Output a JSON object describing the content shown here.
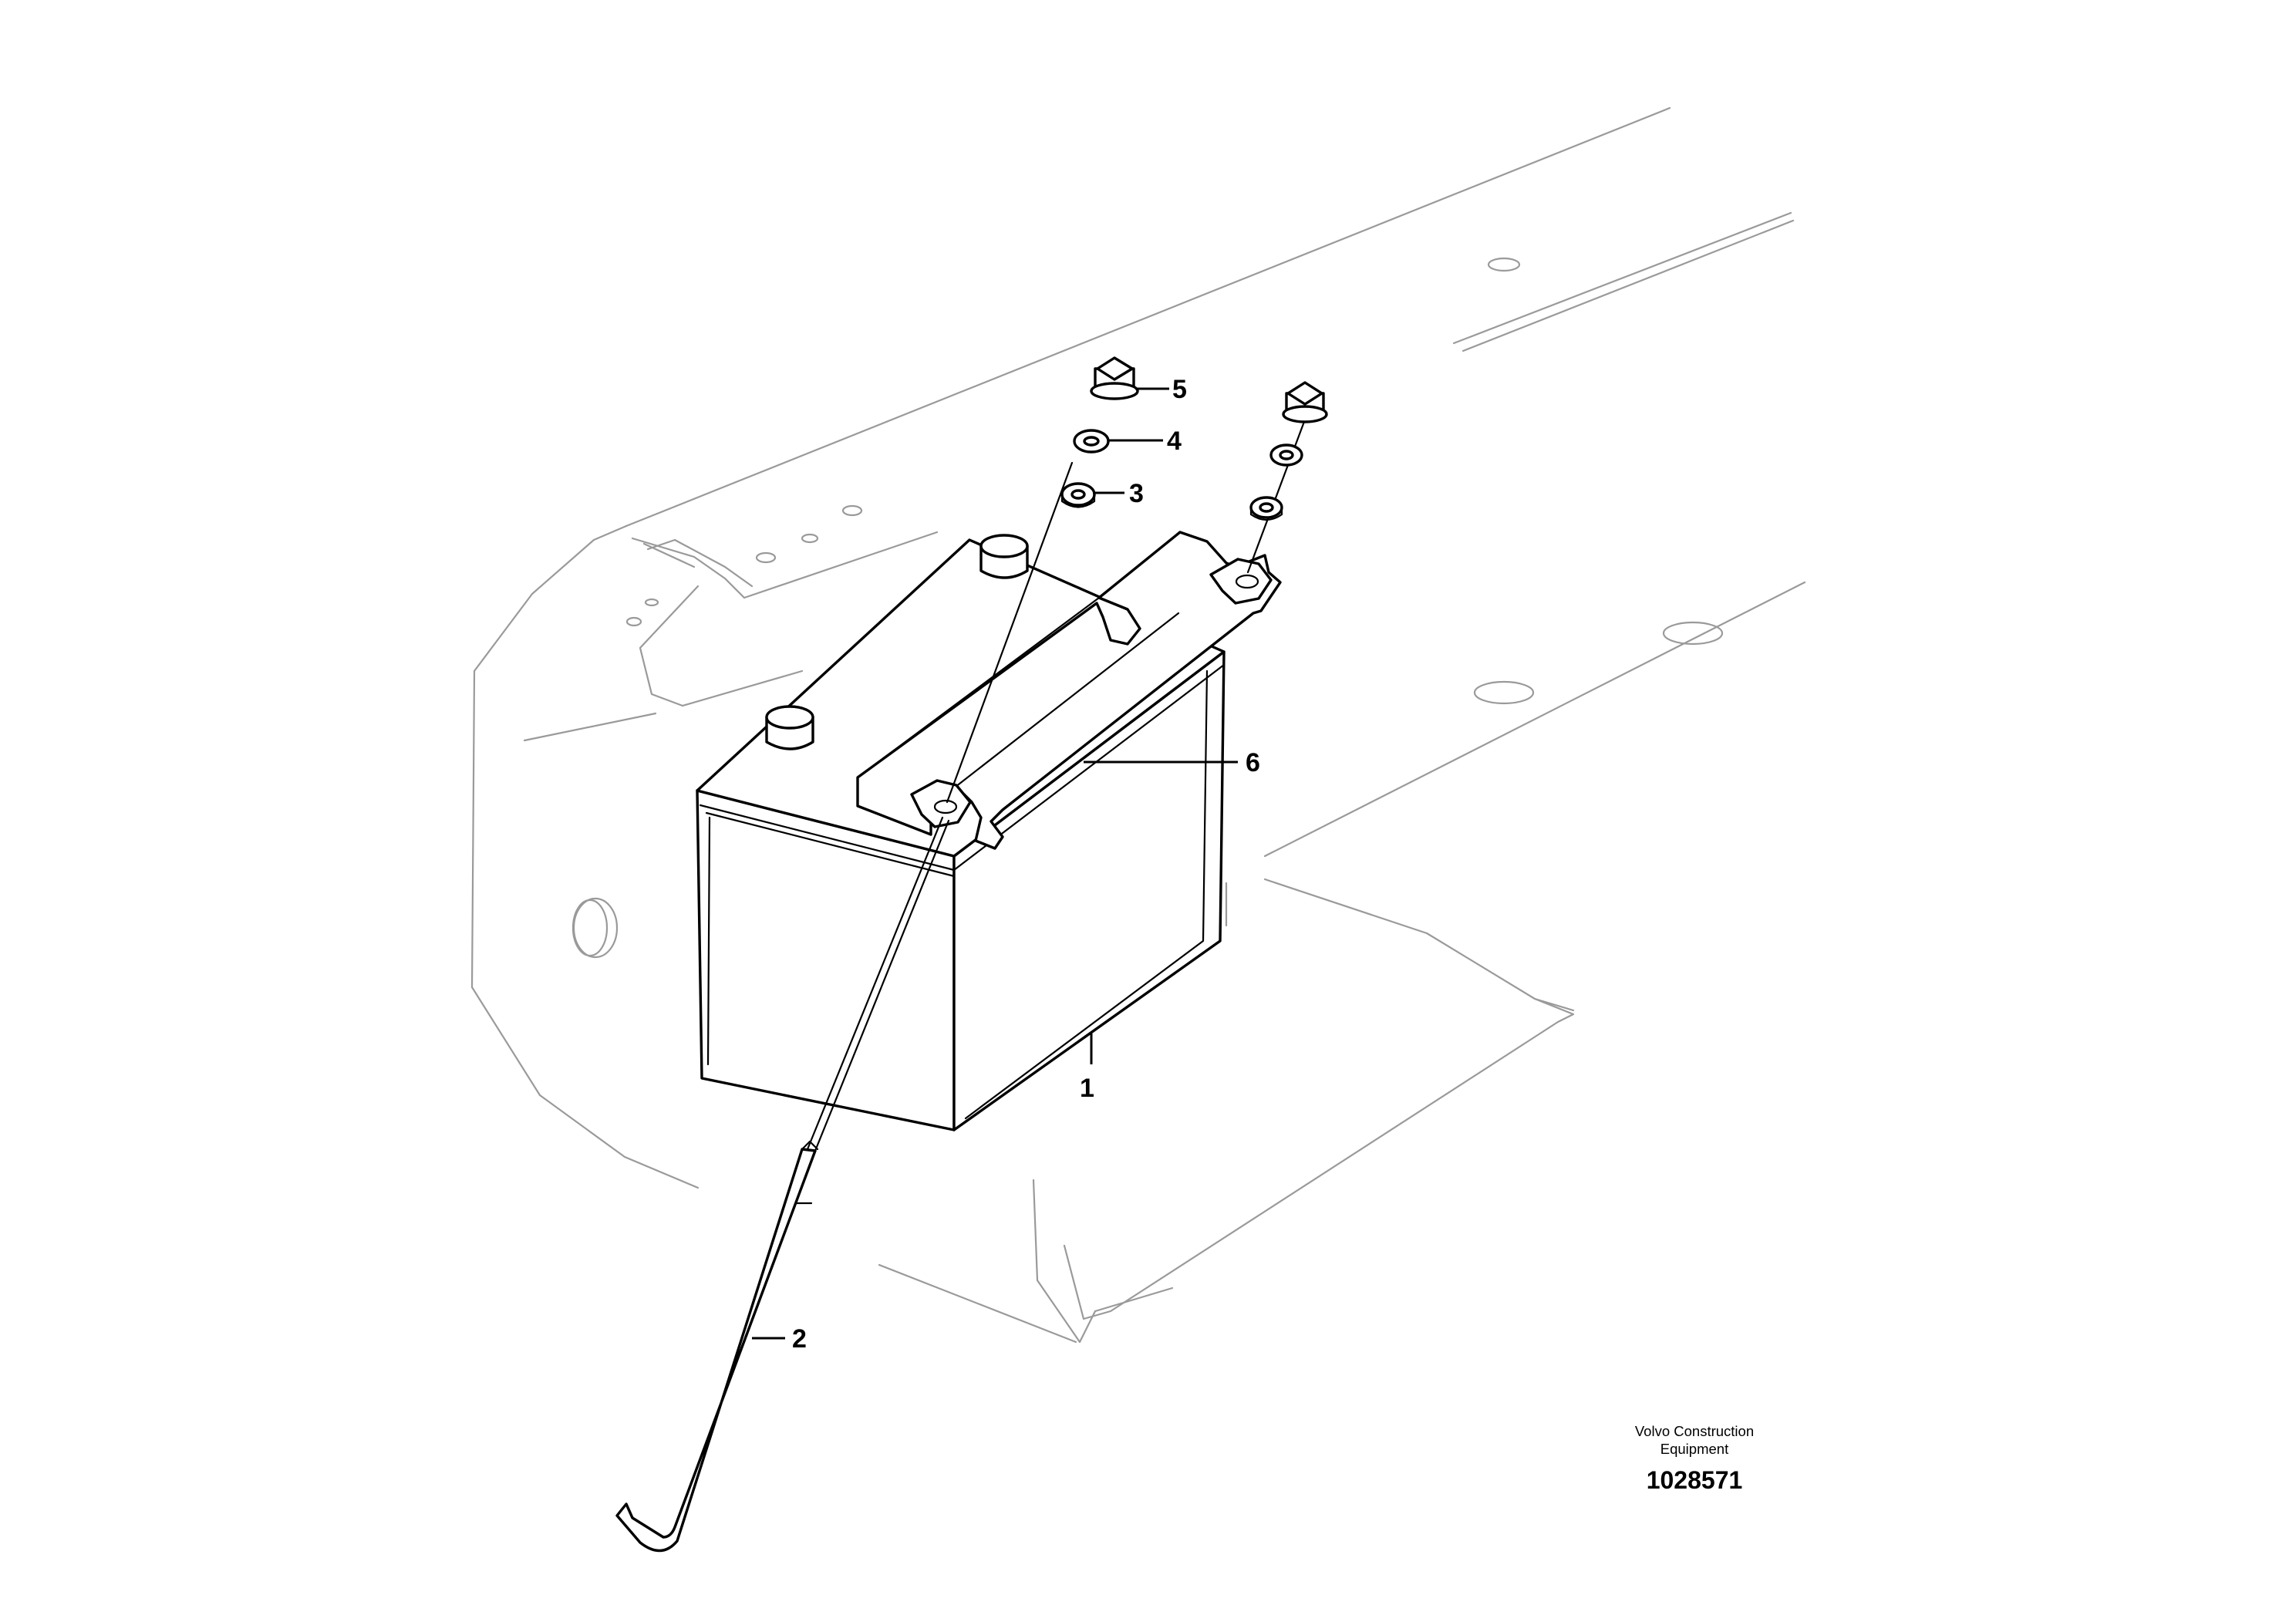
{
  "callouts": {
    "battery": "1",
    "hook_rod": "2",
    "washer_lower": "3",
    "washer_upper": "4",
    "nut": "5",
    "clamp_bracket": "6"
  },
  "credit": {
    "line1": "Volvo Construction",
    "line2": "Equipment"
  },
  "part_number": "1028571"
}
